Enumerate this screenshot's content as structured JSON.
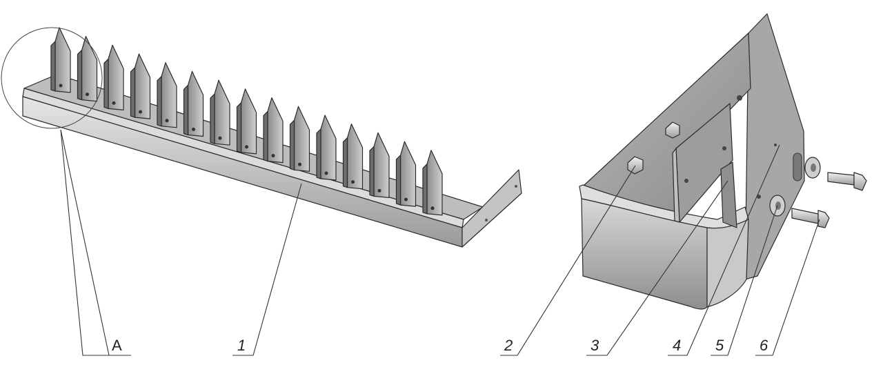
{
  "callouts": [
    {
      "id": "A",
      "label": "A"
    },
    {
      "id": "1",
      "label": "1"
    },
    {
      "id": "2",
      "label": "2"
    },
    {
      "id": "3",
      "label": "3"
    },
    {
      "id": "4",
      "label": "4"
    },
    {
      "id": "5",
      "label": "5"
    },
    {
      "id": "6",
      "label": "6"
    }
  ],
  "colors": {
    "metal_light": "#d2d2d2",
    "metal_mid": "#a9a9a9",
    "metal_dark": "#6f6f6f",
    "line": "#2a2a2a"
  }
}
